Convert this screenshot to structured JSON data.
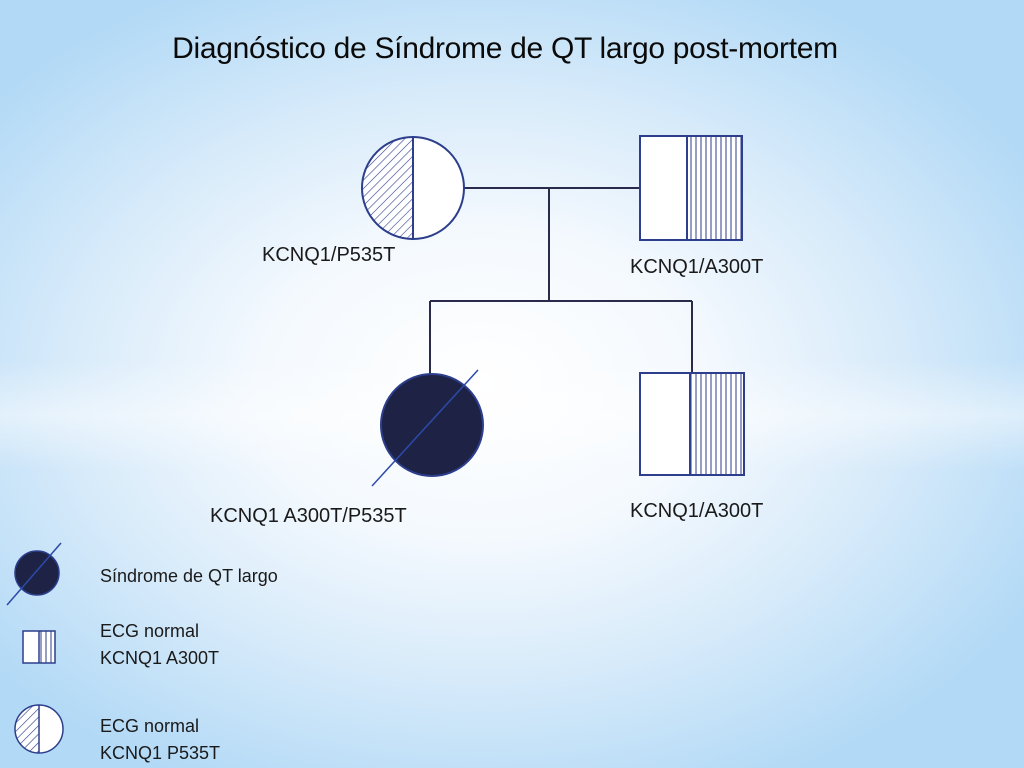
{
  "title": "Diagnóstico de Síndrome de QT largo post-mortem",
  "pedigree": {
    "mother_label": "KCNQ1/P535T",
    "father_label": "KCNQ1/A300T",
    "daughter_label": "KCNQ1 A300T/P535T",
    "son_label": "KCNQ1/A300T"
  },
  "legend": {
    "affected": "Síndrome de QT largo",
    "carrier_a300t_line1": "ECG normal",
    "carrier_a300t_line2": "KCNQ1 A300T",
    "carrier_p535t_line1": "ECG normal",
    "carrier_p535t_line2": "KCNQ1 P535T"
  },
  "colors": {
    "outline": "#2c3e8c",
    "affected_fill": "#1e2346",
    "line": "#2a2a4a"
  }
}
